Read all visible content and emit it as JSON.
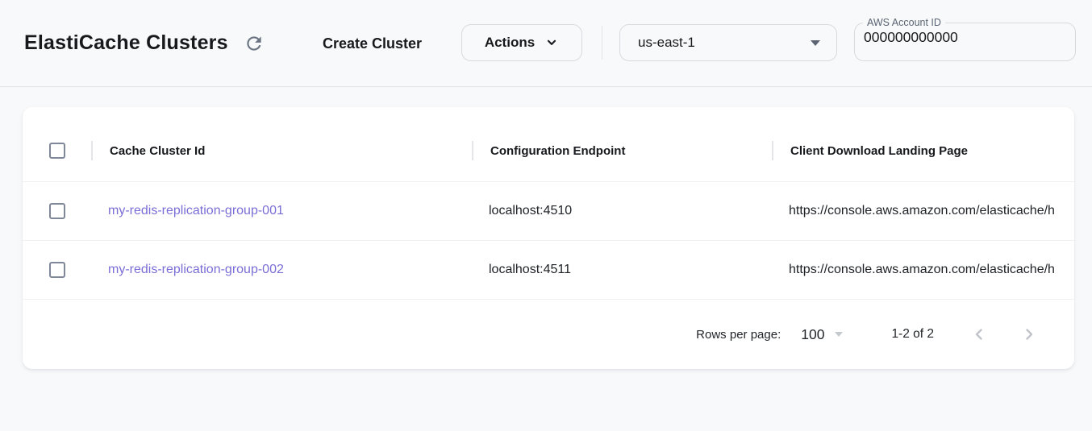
{
  "header": {
    "title": "ElastiCache Clusters",
    "create_cluster_label": "Create Cluster",
    "actions_label": "Actions",
    "region_selected": "us-east-1",
    "account_label": "AWS Account ID",
    "account_value": "000000000000"
  },
  "table": {
    "columns": {
      "cache_cluster_id": "Cache Cluster Id",
      "configuration_endpoint": "Configuration Endpoint",
      "client_download_landing_page": "Client Download Landing Page"
    },
    "rows": [
      {
        "cache_cluster_id": "my-redis-replication-group-001",
        "configuration_endpoint": "localhost:4510",
        "client_download_landing_page": "https://console.aws.amazon.com/elasticache/h"
      },
      {
        "cache_cluster_id": "my-redis-replication-group-002",
        "configuration_endpoint": "localhost:4511",
        "client_download_landing_page": "https://console.aws.amazon.com/elasticache/h"
      }
    ],
    "pagination": {
      "rows_per_page_label": "Rows per page:",
      "rows_per_page_value": "100",
      "range_label": "1-2 of 2"
    }
  },
  "icons": {
    "refresh": "refresh-icon",
    "chevron_down": "chevron-down-icon",
    "dropdown_caret": "caret-down-icon",
    "chevron_left": "chevron-left-icon",
    "chevron_right": "chevron-right-icon"
  },
  "colors": {
    "page_bg": "#f8f9fb",
    "divider": "#e3e5e9",
    "border": "#d7dadf",
    "text": "#17191d",
    "link": "#7a6ed6",
    "muted_icon": "#6b7583",
    "disabled_icon": "#c0c4ca"
  }
}
